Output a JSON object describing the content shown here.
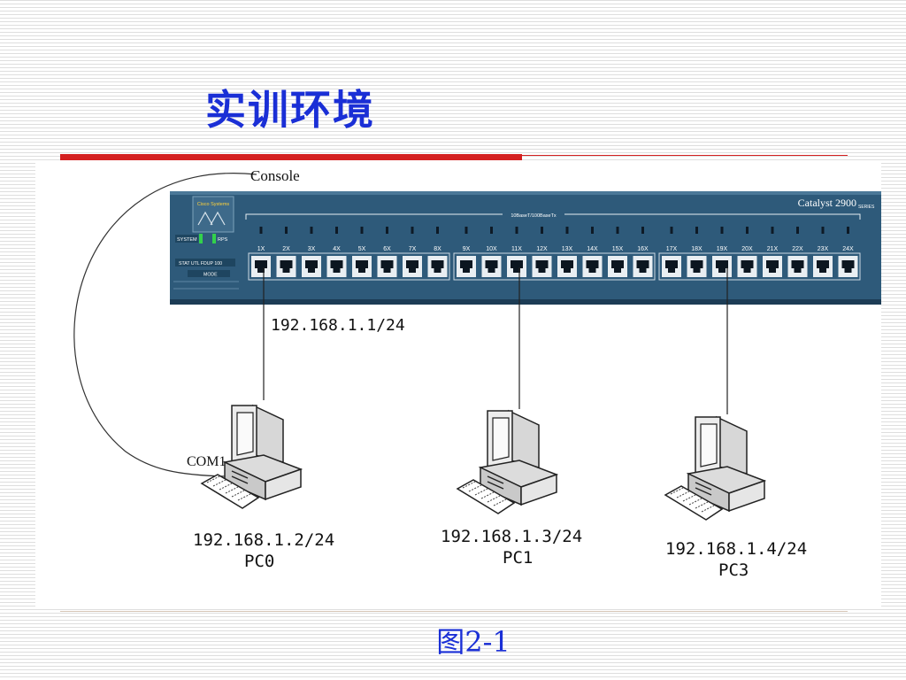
{
  "slide": {
    "title": "实训环境",
    "caption": "图2-1"
  },
  "switch": {
    "model": "Catalyst 2900",
    "series": "SERIES",
    "brand": "Cisco Systems",
    "band_label": "10BaseT/100BaseTx",
    "leds": [
      "SYSTEM",
      "RPS"
    ],
    "mode_row": "STAT UTL FDUP 100",
    "mode_label": "MODE",
    "ports": [
      "1X",
      "2X",
      "3X",
      "4X",
      "5X",
      "6X",
      "7X",
      "8X",
      "9X",
      "10X",
      "11X",
      "12X",
      "13X",
      "14X",
      "15X",
      "16X",
      "17X",
      "18X",
      "19X",
      "20X",
      "21X",
      "22X",
      "23X",
      "24X"
    ]
  },
  "labels": {
    "console": "Console",
    "com": "COM1",
    "port_ip": "192.168.1.1/24"
  },
  "pcs": [
    {
      "ip": "192.168.1.2/24",
      "name": "PC0"
    },
    {
      "ip": "192.168.1.3/24",
      "name": "PC1"
    },
    {
      "ip": "192.168.1.4/24",
      "name": "PC3"
    }
  ]
}
